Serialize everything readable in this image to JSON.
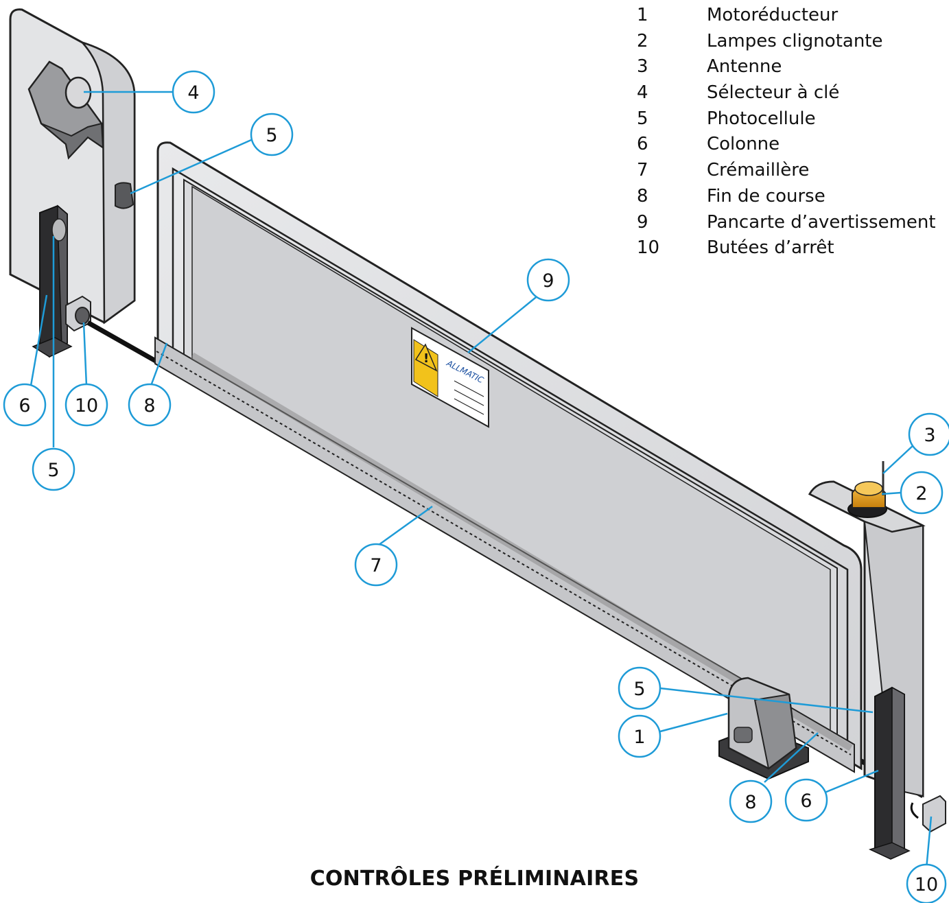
{
  "legend": [
    {
      "num": "1",
      "label": "Motoréducteur"
    },
    {
      "num": "2",
      "label": "Lampes clignotante"
    },
    {
      "num": "3",
      "label": "Antenne"
    },
    {
      "num": "4",
      "label": "Sélecteur à clé"
    },
    {
      "num": "5",
      "label": "Photocellule"
    },
    {
      "num": "6",
      "label": "Colonne"
    },
    {
      "num": "7",
      "label": "Crémaillère"
    },
    {
      "num": "8",
      "label": "Fin de course"
    },
    {
      "num": "9",
      "label": "Pancarte d’avertissement"
    },
    {
      "num": "10",
      "label": "Butées d’arrêt"
    }
  ],
  "callouts": [
    "4",
    "5",
    "9",
    "6",
    "10",
    "8",
    "5",
    "3",
    "2",
    "7",
    "5",
    "1",
    "8",
    "6",
    "10"
  ],
  "sign_brand": "ALLMATIC",
  "title": "CONTRÔLES PRÉLIMINAIRES",
  "colors": {
    "leader": "#1e9bd7",
    "lamp": "#f0a81c",
    "gate_panel": "#e4e5e7",
    "dark_post": "#3a3a3c"
  }
}
